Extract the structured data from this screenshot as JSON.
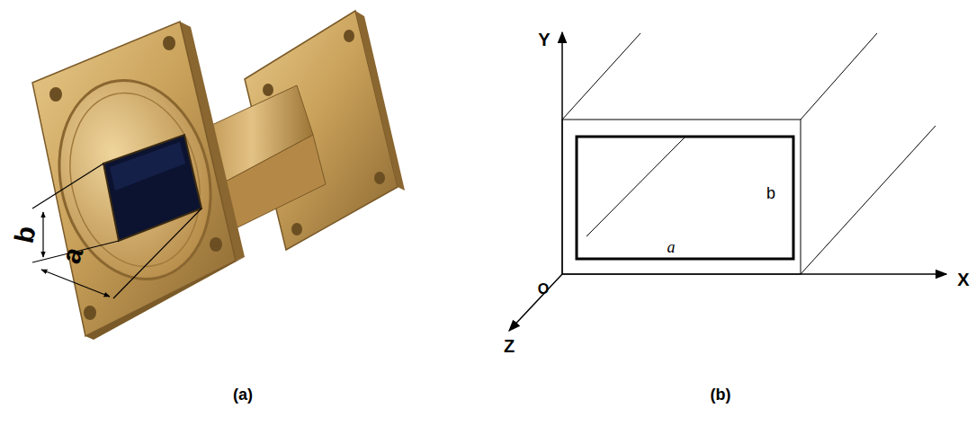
{
  "diagram": {
    "labels": [
      "b",
      "a",
      "Y",
      "O",
      "a",
      "b",
      "X",
      "Z",
      "(a)",
      "(b)"
    ]
  }
}
